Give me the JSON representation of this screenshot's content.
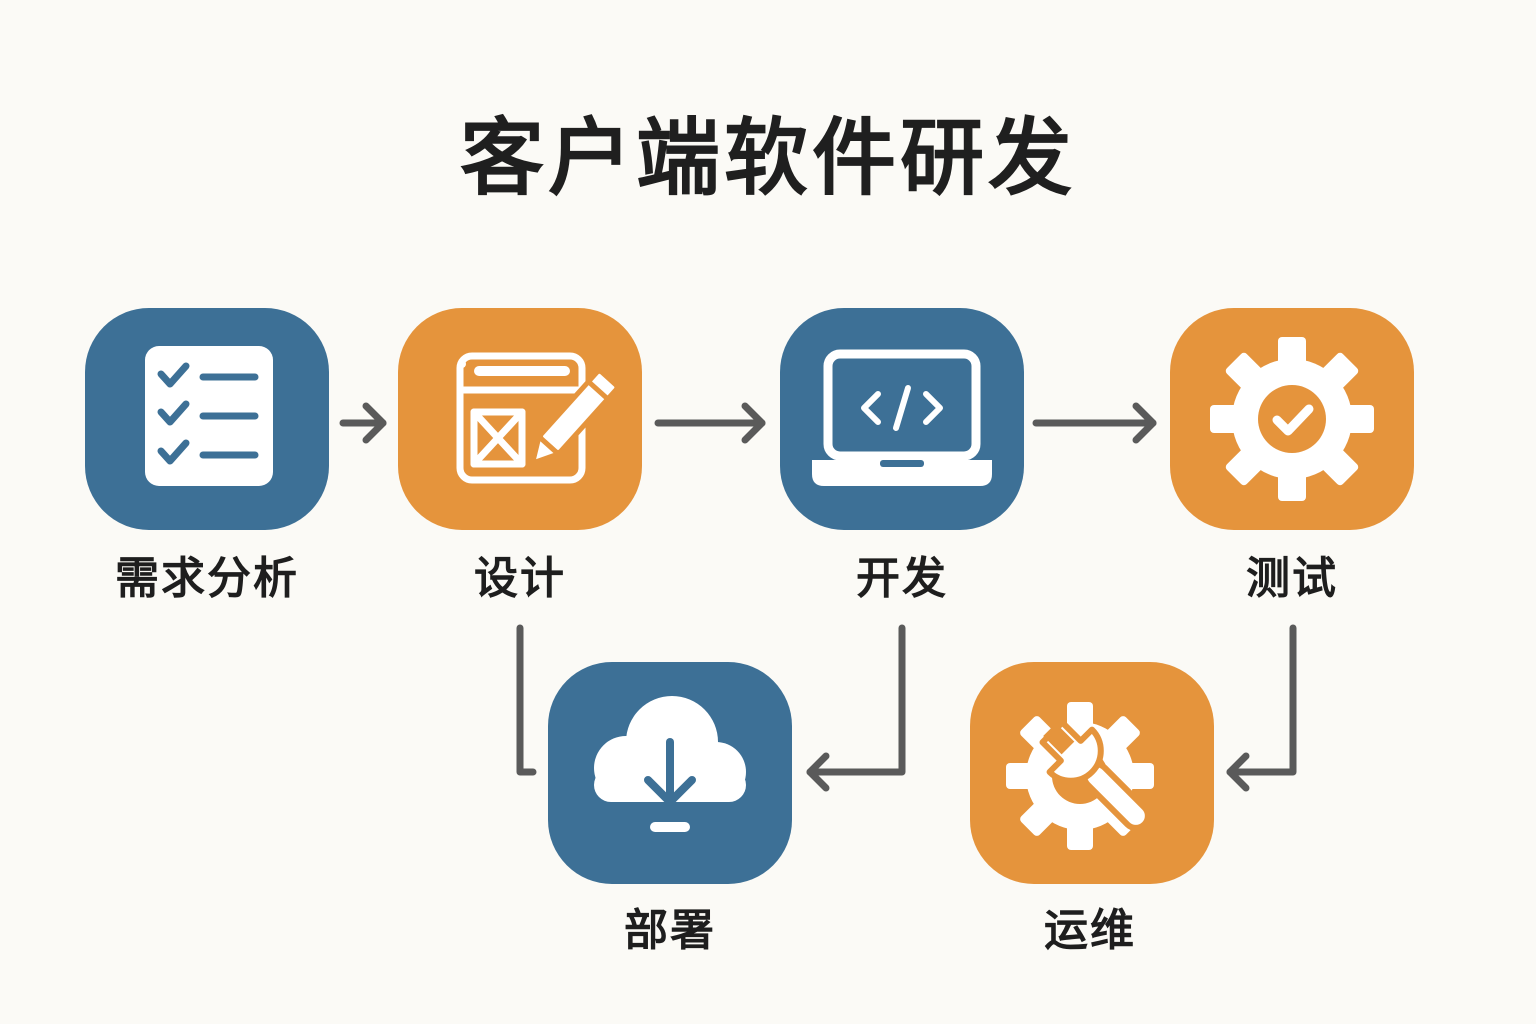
{
  "title": "客户端软件研发",
  "colors": {
    "blue": "#3d7096",
    "orange": "#e5943c",
    "arrow": "#5a5a5a",
    "text": "#1e1e1e"
  },
  "steps": [
    {
      "label": "需求分析",
      "icon": "checklist-icon",
      "color": "blue"
    },
    {
      "label": "设计",
      "icon": "wireframe-pencil-icon",
      "color": "orange"
    },
    {
      "label": "开发",
      "icon": "laptop-code-icon",
      "color": "blue"
    },
    {
      "label": "测试",
      "icon": "gear-check-icon",
      "color": "orange"
    },
    {
      "label": "部署",
      "icon": "cloud-download-icon",
      "color": "blue"
    },
    {
      "label": "运维",
      "icon": "gear-wrench-icon",
      "color": "orange"
    }
  ],
  "connections": [
    {
      "from": "需求分析",
      "to": "设计"
    },
    {
      "from": "设计",
      "to": "开发"
    },
    {
      "from": "开发",
      "to": "测试"
    },
    {
      "from": "设计",
      "to": "部署"
    },
    {
      "from": "开发",
      "to": "部署"
    },
    {
      "from": "测试",
      "to": "运维"
    }
  ]
}
